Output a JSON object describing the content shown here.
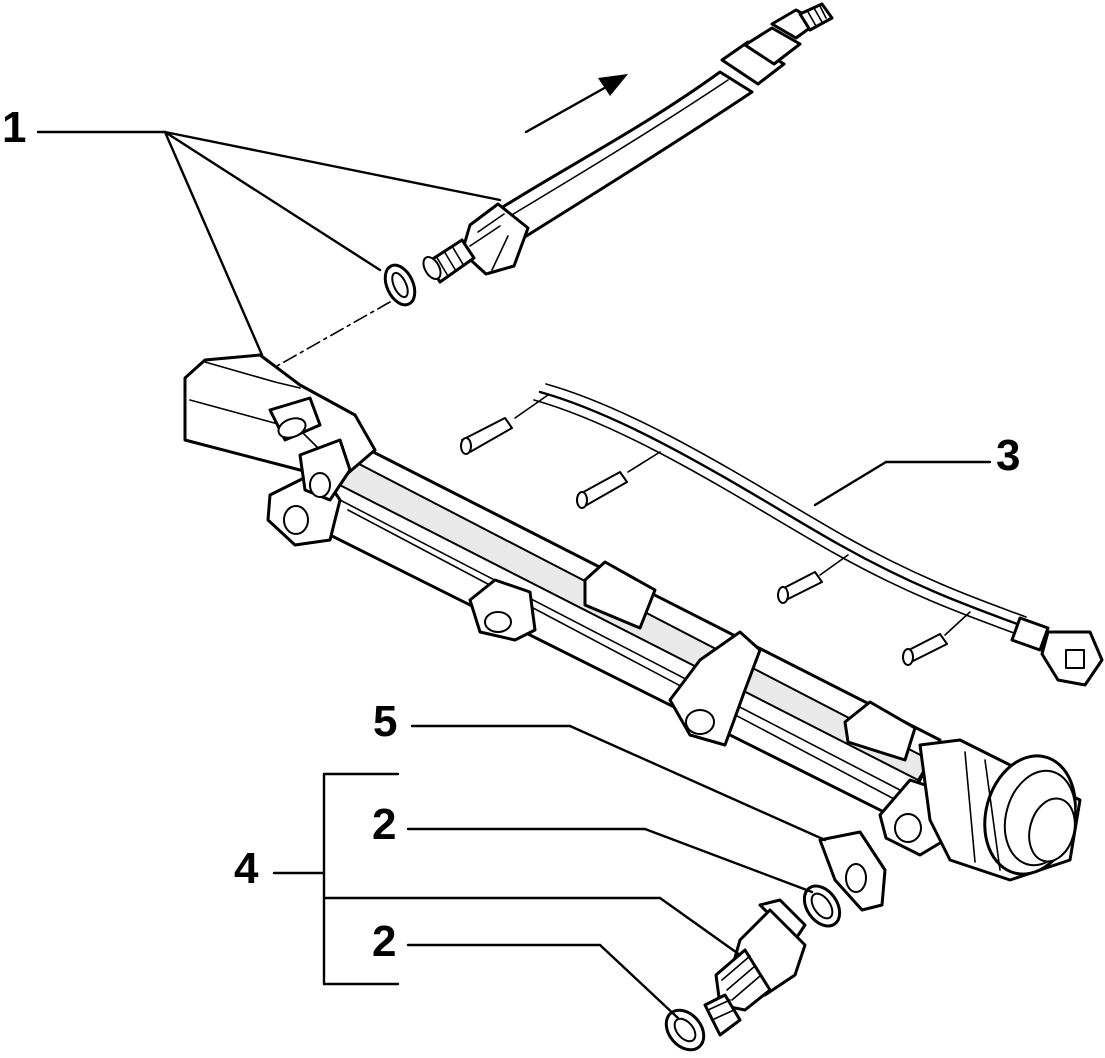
{
  "callouts": {
    "c1": "1",
    "c2a": "2",
    "c2b": "2",
    "c3": "3",
    "c4": "4",
    "c5": "5"
  }
}
